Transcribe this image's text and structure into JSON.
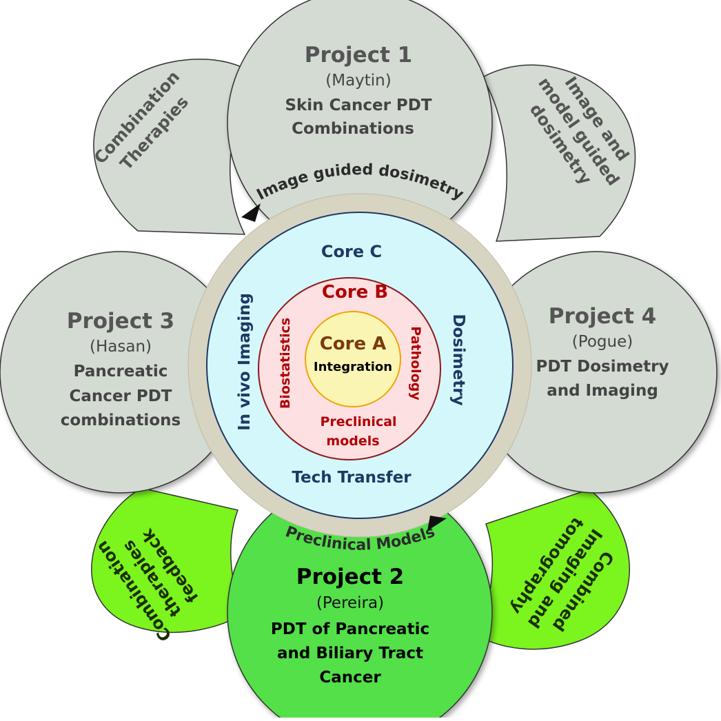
{
  "colors": {
    "gray_fill": "#d3dbd2",
    "green_fill": "#53e04a",
    "lime_fill": "#7cf41e",
    "ring": "#d8d4c2",
    "core_c_fill": "#d4f7fb",
    "core_b_fill": "#fde0e2",
    "core_a_fill": "#fbf5b4",
    "navy": "#1f3864",
    "dark_red": "#b00000",
    "brown": "#7a3b0a"
  },
  "projects": {
    "p1": {
      "title": "Project 1",
      "name": "(Maytin)",
      "line1": "Skin Cancer PDT",
      "line2": "Combinations"
    },
    "p2": {
      "title": "Project 2",
      "name": "(Pereira)",
      "line1": "PDT of Pancreatic",
      "line2": "and Biliary Tract",
      "line3": "Cancer"
    },
    "p3": {
      "title": "Project 3",
      "name": "(Hasan)",
      "line1": "Pancreatic",
      "line2": "Cancer PDT",
      "line3": "combinations"
    },
    "p4": {
      "title": "Project 4",
      "name": "(Pogue)",
      "line1": "PDT Dosimetry",
      "line2": "and Imaging"
    }
  },
  "petals": {
    "top_left": {
      "line1": "Combination",
      "line2": "Therapies"
    },
    "top_right": {
      "line1": "Image and",
      "line2": "model guided",
      "line3": "dosimetry"
    },
    "bottom_left": {
      "line1": "Combination",
      "line2": "therapies",
      "line3": "feedback"
    },
    "bottom_right": {
      "line1": "Combined",
      "line2": "Imaging and",
      "line3": "tomography"
    }
  },
  "ring": {
    "top_label": "Image guided dosimetry",
    "bottom_label": "Preclinical Models"
  },
  "cores": {
    "c": {
      "title": "Core C",
      "left": "In vivo Imaging",
      "right": "Dosimetry",
      "bottom": "Tech Transfer"
    },
    "b": {
      "title": "Core B",
      "left": "Biostatistics",
      "right": "Pathology",
      "bottom1": "Preclinical",
      "bottom2": "models"
    },
    "a": {
      "title": "Core A",
      "sub": "Integration"
    }
  }
}
